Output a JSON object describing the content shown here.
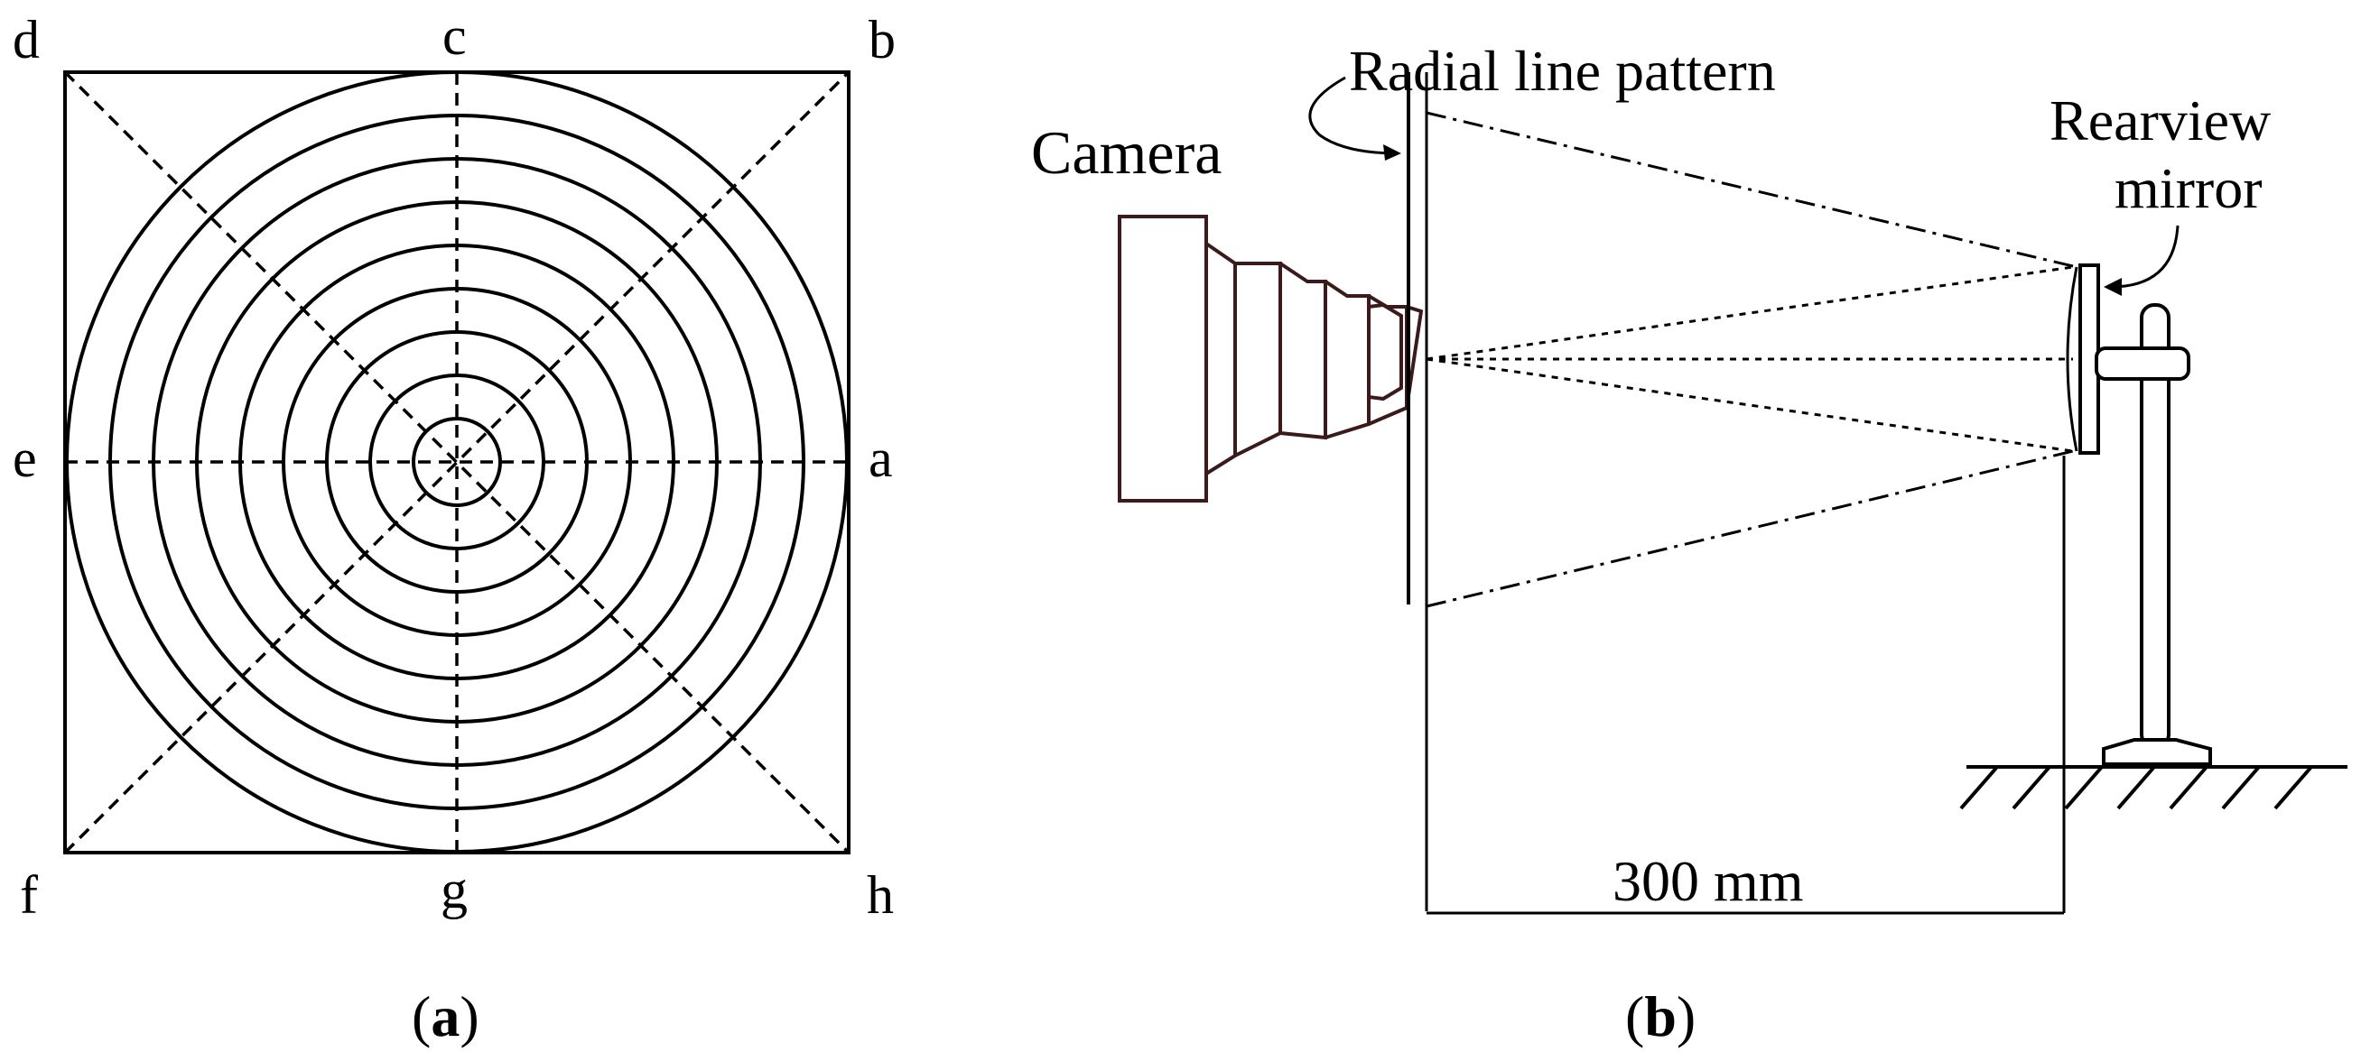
{
  "panel_a": {
    "labels": {
      "a": "a",
      "b": "b",
      "c": "c",
      "d": "d",
      "e": "e",
      "f": "f",
      "g": "g",
      "h": "h"
    },
    "ring_count": 9,
    "caption_prefix": "(",
    "caption_letter": "a",
    "caption_suffix": ")"
  },
  "panel_b": {
    "camera_label": "Camera",
    "pattern_label": "Radial line pattern",
    "mirror_label_line1": "Rearview",
    "mirror_label_line2": "mirror",
    "distance_label": "300 mm",
    "caption_prefix": "(",
    "caption_letter": "b",
    "caption_suffix": ")"
  },
  "colors": {
    "line": "#000000",
    "camera_outline": "#3a1a1a"
  }
}
